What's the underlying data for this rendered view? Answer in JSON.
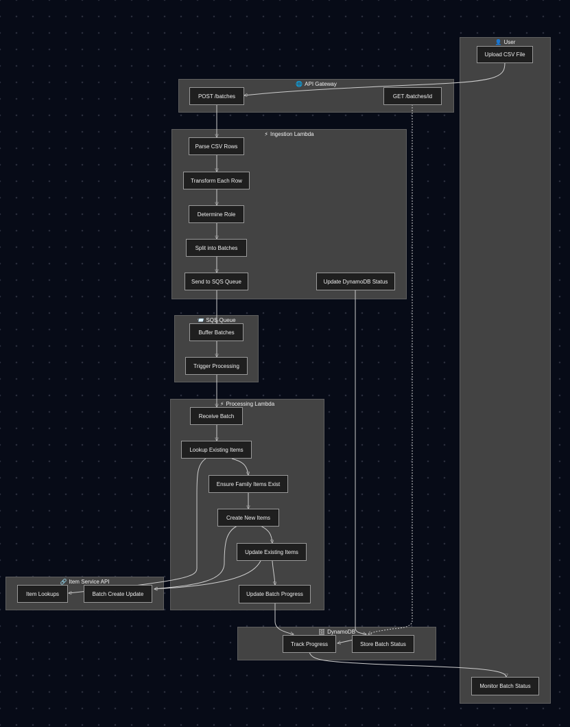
{
  "clusters": {
    "user": {
      "title": "User",
      "icon": "👤"
    },
    "api_gateway": {
      "title": "API Gateway",
      "icon": "🌐"
    },
    "ingestion_lambda": {
      "title": "Ingestion Lambda",
      "icon": "⚡"
    },
    "sqs_queue": {
      "title": "SQS Queue",
      "icon": "📨"
    },
    "processing_lambda": {
      "title": "Processing Lambda",
      "icon": "⚡"
    },
    "item_service_api": {
      "title": "Item Service API",
      "icon": "🔗"
    },
    "dynamodb": {
      "title": "DynamoDB",
      "icon": "🗄"
    }
  },
  "nodes": {
    "upload_csv": "Upload CSV File",
    "monitor_status": "Monitor Batch Status",
    "post_batches": "POST /batches",
    "get_batches": "GET /batches/id",
    "parse_csv": "Parse CSV Rows",
    "transform_row": "Transform Each Row",
    "determine_role": "Determine Role",
    "split_batches": "Split into Batches",
    "send_sqs": "Send to SQS Queue",
    "update_dynamo": "Update DynamoDB Status",
    "buffer_batches": "Buffer Batches",
    "trigger_processing": "Trigger Processing",
    "receive_batch": "Receive Batch",
    "lookup_existing": "Lookup Existing Items",
    "ensure_family": "Ensure Family Items Exist",
    "create_new": "Create New Items",
    "update_existing": "Update Existing Items",
    "update_progress": "Update Batch Progress",
    "item_lookups": "Item Lookups",
    "batch_create_update": "Batch Create Update",
    "track_progress": "Track Progress",
    "store_status": "Store Batch Status"
  },
  "colors": {
    "background": "#070b17",
    "cluster_fill": "#434343",
    "node_fill": "#1f1f1f",
    "node_border": "#9a9a9a",
    "edge": "#cfcfcf"
  }
}
